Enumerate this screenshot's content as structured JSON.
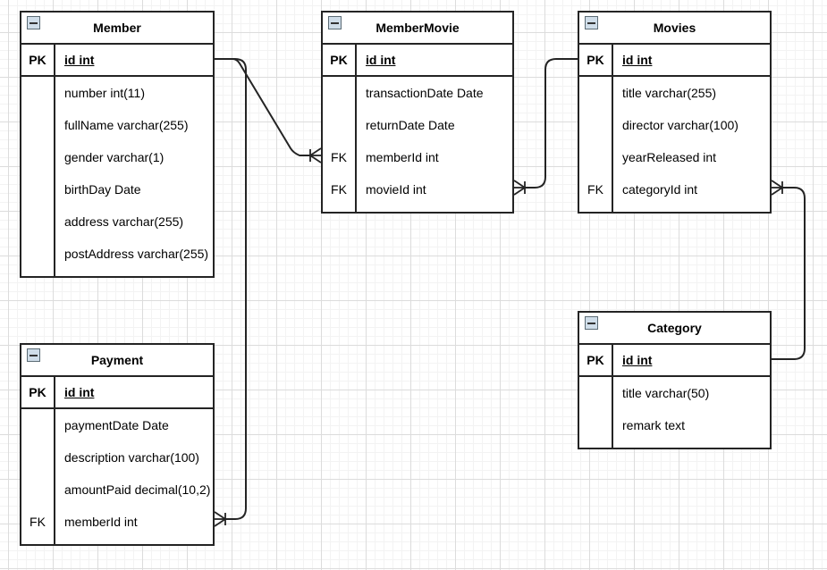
{
  "tables": {
    "member": {
      "title": "Member",
      "pk": {
        "key": "PK",
        "field": "id int"
      },
      "rows": [
        {
          "key": "",
          "field": "number int(11)"
        },
        {
          "key": "",
          "field": "fullName varchar(255)"
        },
        {
          "key": "",
          "field": "gender varchar(1)"
        },
        {
          "key": "",
          "field": "birthDay Date"
        },
        {
          "key": "",
          "field": "address varchar(255)"
        },
        {
          "key": "",
          "field": "postAddress varchar(255)"
        }
      ]
    },
    "memberMovie": {
      "title": "MemberMovie",
      "pk": {
        "key": "PK",
        "field": "id int"
      },
      "rows": [
        {
          "key": "",
          "field": "transactionDate Date"
        },
        {
          "key": "",
          "field": "returnDate Date"
        },
        {
          "key": "FK",
          "field": "memberId int"
        },
        {
          "key": "FK",
          "field": "movieId int"
        }
      ]
    },
    "movies": {
      "title": "Movies",
      "pk": {
        "key": "PK",
        "field": "id int"
      },
      "rows": [
        {
          "key": "",
          "field": "title varchar(255)"
        },
        {
          "key": "",
          "field": "director varchar(100)"
        },
        {
          "key": "",
          "field": "yearReleased int"
        },
        {
          "key": "FK",
          "field": "categoryId int"
        }
      ]
    },
    "payment": {
      "title": "Payment",
      "pk": {
        "key": "PK",
        "field": "id int"
      },
      "rows": [
        {
          "key": "",
          "field": "paymentDate Date"
        },
        {
          "key": "",
          "field": "description varchar(100)"
        },
        {
          "key": "",
          "field": "amountPaid decimal(10,2)"
        },
        {
          "key": "FK",
          "field": "memberId int"
        }
      ]
    },
    "category": {
      "title": "Category",
      "pk": {
        "key": "PK",
        "field": "id int"
      },
      "rows": [
        {
          "key": "",
          "field": "title varchar(50)"
        },
        {
          "key": "",
          "field": "remark text"
        }
      ]
    }
  },
  "relationships": [
    {
      "from": "Member.id",
      "to": "MemberMovie.memberId",
      "type": "one-to-many"
    },
    {
      "from": "Member.id",
      "to": "Payment.memberId",
      "type": "one-to-many"
    },
    {
      "from": "Movies.id",
      "to": "MemberMovie.movieId",
      "type": "one-to-many"
    },
    {
      "from": "Category.id",
      "to": "Movies.categoryId",
      "type": "one-to-many"
    }
  ],
  "colors": {
    "table_border": "#242424",
    "edge": "#242424",
    "grid_major": "#dcdcdc",
    "grid_minor": "#f3f3f3",
    "collapse_icon_bg": "#cfdde9",
    "background": "#ffffff"
  }
}
